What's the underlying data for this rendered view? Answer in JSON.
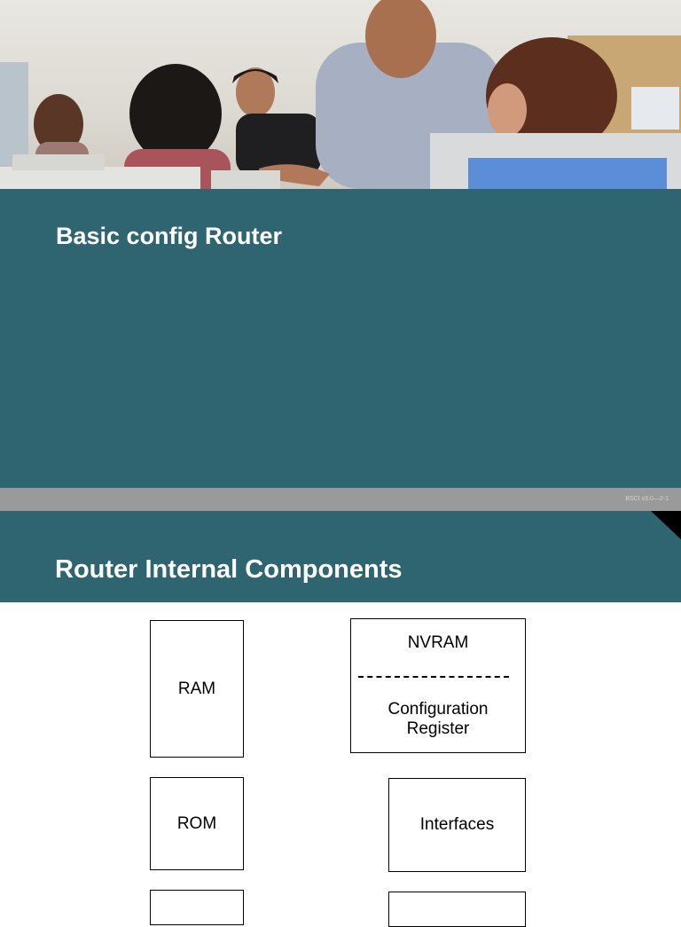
{
  "slide1": {
    "title": "Basic config Router",
    "footer_code": "BSCI v3.0—2-1"
  },
  "slide2": {
    "title": "Router Internal Components",
    "components": {
      "ram": "RAM",
      "rom": "ROM",
      "nvram": "NVRAM",
      "config_register_line1": "Configuration",
      "config_register_line2": "Register",
      "interfaces": "Interfaces"
    }
  },
  "colors": {
    "teal": "#2f6570",
    "footer_gray": "#9a9a9a"
  }
}
